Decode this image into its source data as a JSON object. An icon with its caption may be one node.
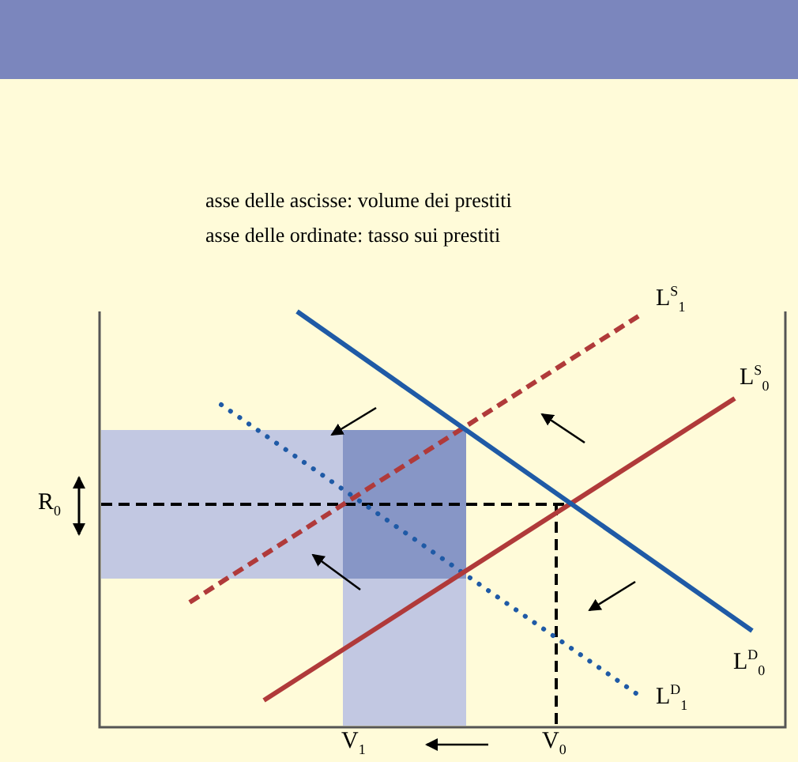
{
  "diagram": {
    "labels": [
      "asse delle ascisse: volume dei prestiti",
      "asse delle ordinate: tasso sui prestiti",
      "L$^{S}$$_{1}$",
      "L$^{S}$$_{0}$",
      "R$_{0}$",
      "L$^{D}$$_{0}$",
      "L$^{D}$$_{1}$",
      "V$_{1}$",
      "V$_{0}$"
    ]
  }
}
